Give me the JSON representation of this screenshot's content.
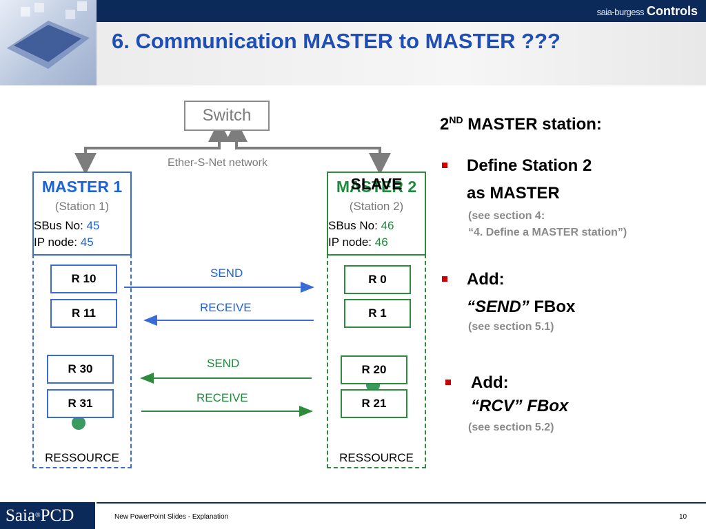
{
  "header": {
    "title": "6. Communication MASTER to MASTER ???",
    "brand_small": "saia-burgess",
    "brand_big": "Controls"
  },
  "diagram": {
    "switch_label": "Switch",
    "network_label": "Ether-S-Net network",
    "master1": {
      "title": "MASTER 1",
      "station": "(Station 1)",
      "sbus_label": "SBus No: ",
      "sbus_value": "45",
      "ip_label": "IP node: ",
      "ip_value": "45",
      "registers": [
        "R 10",
        "R 11",
        "R 30",
        "R 31"
      ],
      "ressource": "RESSOURCE"
    },
    "master2": {
      "title": "MASTER 2",
      "overlay_title": "SLAVE",
      "station": "(Station 2)",
      "sbus_label": "SBus No: ",
      "sbus_value": "46",
      "ip_label": "IP node: ",
      "ip_value": "46",
      "registers": [
        "R 0",
        "R 1",
        "R 20",
        "R 21"
      ],
      "ressource": "RESSOURCE"
    },
    "arrows": {
      "send1": "SEND",
      "receive1": "RECEIVE",
      "send2": "SEND",
      "receive2": "RECEIVE"
    },
    "colors": {
      "blue": "#3b6cd4",
      "green": "#2e8b3e",
      "grey": "#808080"
    }
  },
  "panel": {
    "heading_pre": "2",
    "heading_sup": "ND",
    "heading_post": " MASTER station:",
    "b1_line1": "Define Station 2",
    "b1_line2": "as MASTER",
    "b1_sub1": "(see section 4:",
    "b1_sub2": "“4. Define a MASTER station”)",
    "b2_line1": "Add:",
    "b2_line2_italic": "“SEND”",
    "b2_line2_rest": " FBox",
    "b2_sub": "(see section 5.1)",
    "b3_line1": "Add:",
    "b3_line2": "“RCV” FBox",
    "b3_sub": "(see section 5.2)"
  },
  "footer": {
    "logo_main": "Saia",
    "logo_sup": "®",
    "logo_tail": " PCD",
    "text": "New PowerPoint Slides - Explanation",
    "page": "10"
  }
}
